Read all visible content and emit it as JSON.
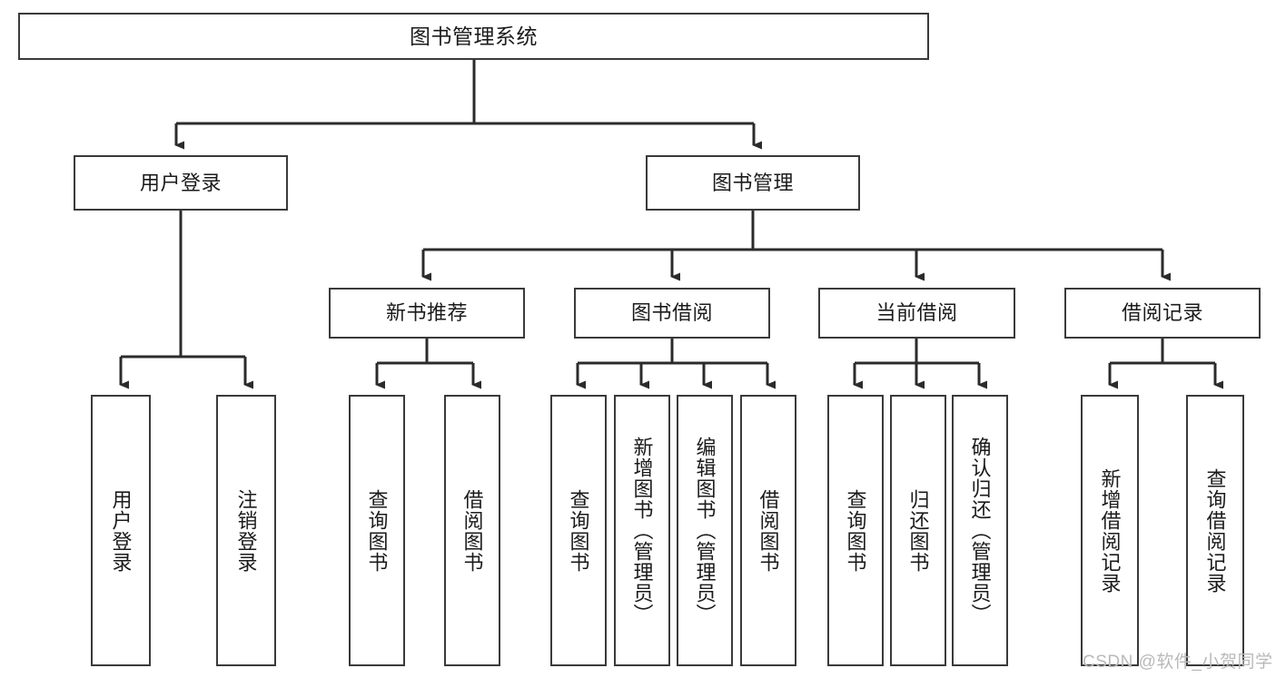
{
  "diagram": {
    "title": "图书管理系统",
    "type": "tree-structure-chart",
    "colors": {
      "box_border": "#3a3a3a",
      "box_fill": "#ffffff",
      "connector": "#2b2b2b",
      "text": "#1b1b1b",
      "watermark": "#b9b9b9"
    }
  },
  "root": {
    "label": "图书管理系统"
  },
  "level2": [
    {
      "label": "用户登录"
    },
    {
      "label": "图书管理"
    }
  ],
  "level3": [
    {
      "label": "新书推荐"
    },
    {
      "label": "图书借阅"
    },
    {
      "label": "当前借阅"
    },
    {
      "label": "借阅记录"
    }
  ],
  "leaves": {
    "user_login": [
      {
        "label": "用户登录"
      },
      {
        "label": "注销登录"
      }
    ],
    "new_book_recommend": [
      {
        "label": "查询图书"
      },
      {
        "label": "借阅图书"
      }
    ],
    "book_borrow": [
      {
        "label": "查询图书"
      },
      {
        "label": "新增图书（管理员）"
      },
      {
        "label": "编辑图书（管理员）"
      },
      {
        "label": "借阅图书"
      }
    ],
    "current_borrow": [
      {
        "label": "查询图书"
      },
      {
        "label": "归还图书"
      },
      {
        "label": "确认归还（管理员）"
      }
    ],
    "borrow_record": [
      {
        "label": "新增借阅记录"
      },
      {
        "label": "查询借阅记录"
      }
    ]
  },
  "watermark": {
    "text": "CSDN @软件_小贺同学"
  }
}
